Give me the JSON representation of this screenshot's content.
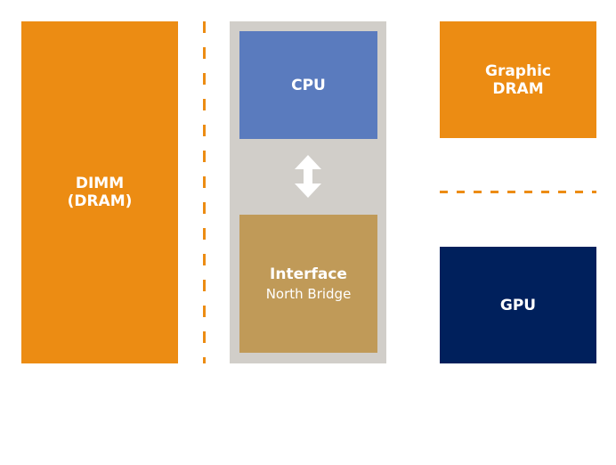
{
  "colors": {
    "dram_orange": "#EC8C13",
    "cpu_blue": "#5A7BBE",
    "chipset_gray": "#D1CEC9",
    "interface_tan": "#C09A58",
    "gpu_navy": "#00205C",
    "arrow_white": "#FFFFFF"
  },
  "diagram": {
    "dimm": {
      "line1": "DIMM",
      "line2": "(DRAM)"
    },
    "graphic_dram": {
      "line1": "Graphic",
      "line2": "DRAM"
    },
    "cpu": {
      "label": "CPU"
    },
    "interface": {
      "title": "Interface",
      "subtitle": "North Bridge"
    },
    "gpu": {
      "label": "GPU"
    }
  }
}
